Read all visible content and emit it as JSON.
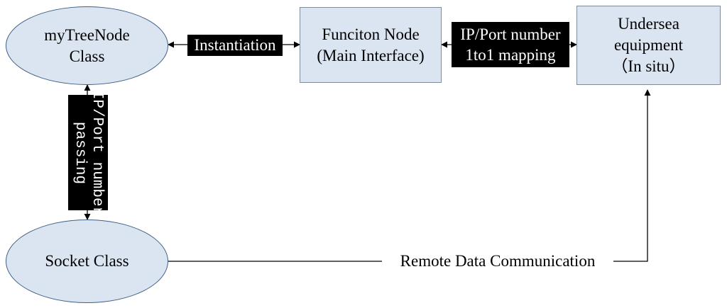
{
  "nodes": {
    "tree_node": {
      "line1": "myTreeNode",
      "line2": "Class"
    },
    "function_node": {
      "line1": "Funciton Node",
      "line2": "(Main Interface)"
    },
    "undersea": {
      "line1": "Undersea",
      "line2": "equipment",
      "line3": "（In situ）"
    },
    "socket": {
      "line1": "Socket Class"
    }
  },
  "edges": {
    "instantiation": "Instantiation",
    "ip_mapping": {
      "line1": "IP/Port number",
      "line2": "1to1 mapping"
    },
    "ip_passing": {
      "line1": "IP/Port number",
      "line2": "passing"
    },
    "remote": "Remote Data Communication"
  },
  "colors": {
    "node_fill": "#dbe5f1",
    "ellipse_stroke": "#3f5f86",
    "rect_stroke": "#7f8c9c",
    "label_bg": "#000000",
    "line": "#000000"
  }
}
